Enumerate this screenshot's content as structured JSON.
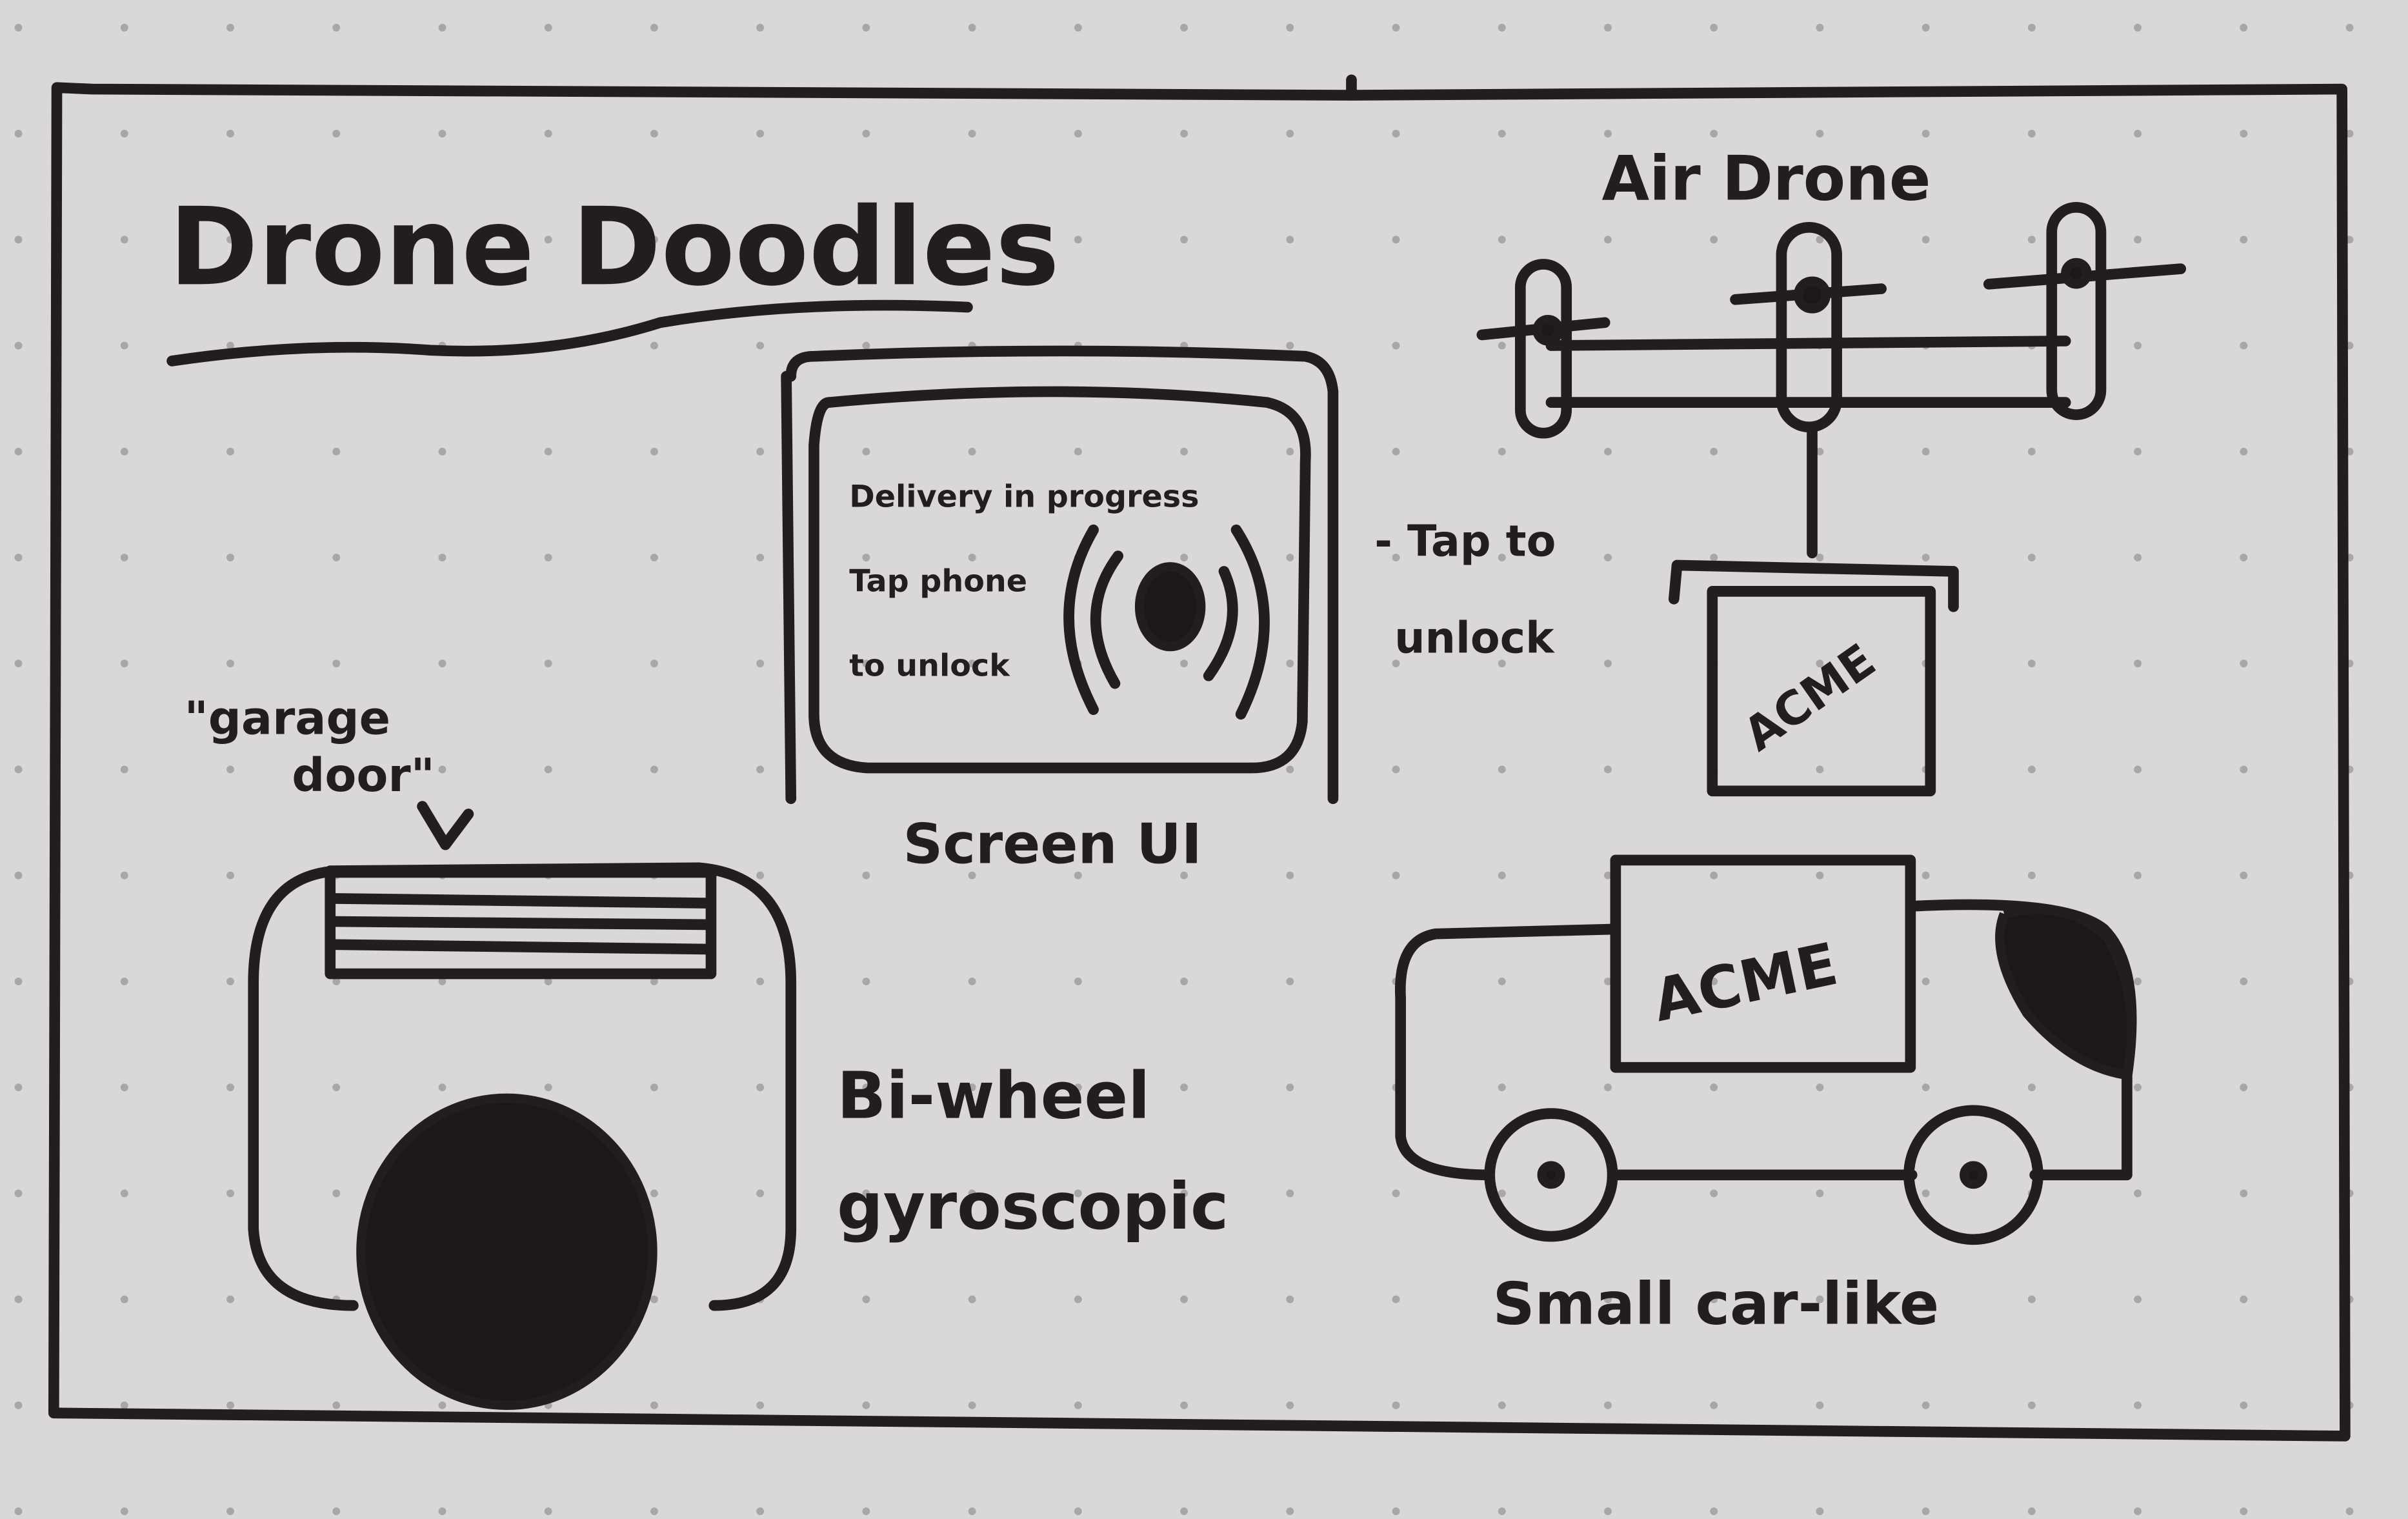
{
  "title": "Drone Doodles",
  "screen_ui": {
    "caption": "Screen UI",
    "status_text": "Delivery in progress",
    "instruction_line1": "Tap phone",
    "instruction_line2": "to unlock",
    "annotation_line1": "- Tap to",
    "annotation_line2": "unlock"
  },
  "air_drone": {
    "caption": "Air Drone",
    "package_label": "ACME"
  },
  "bi_wheel": {
    "annotation_line1": "\"garage",
    "annotation_line2": "door\"",
    "caption_line1": "Bi-wheel",
    "caption_line2": "gyroscopic"
  },
  "car": {
    "caption": "Small car-like",
    "package_label": "ACME"
  },
  "colors": {
    "paper": "#d9d7da",
    "ink": "#231c20"
  }
}
